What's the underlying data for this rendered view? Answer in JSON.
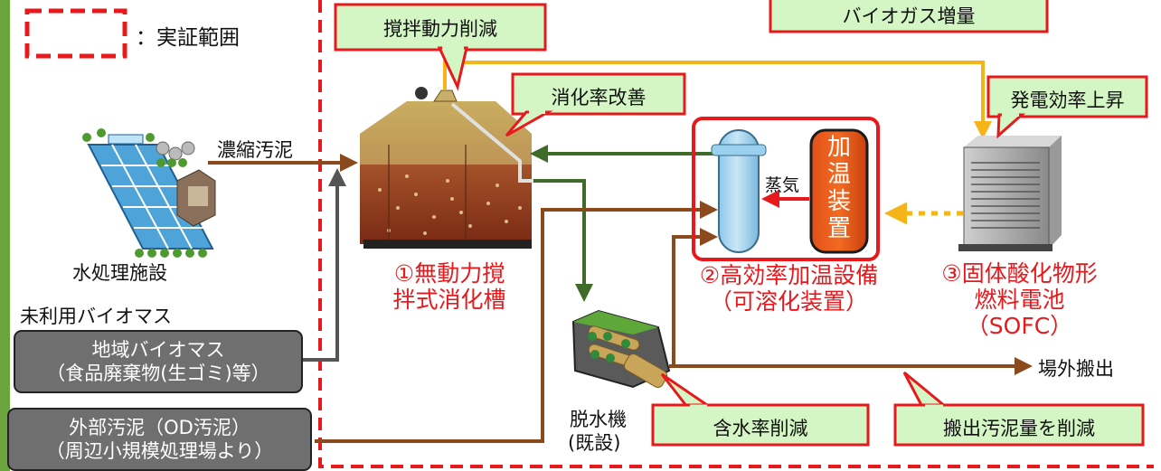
{
  "legend": {
    "label": "：実証範囲"
  },
  "callouts": {
    "stirring": "撹拌動力削減",
    "biogas": "バイオガス増量",
    "digestion": "消化率改善",
    "power": "発電効率上昇",
    "water_content": "含水率削減",
    "sludge_out": "搬出汚泥量を削減"
  },
  "labels": {
    "thickened_sludge": "濃縮汚泥",
    "water_facility": "水処理施設",
    "unused_biomass": "未利用バイオマス",
    "steam": "蒸気",
    "offsite": "場外搬出",
    "dewater_line1": "脱水機",
    "dewater_line2": "(既設)"
  },
  "components": {
    "digester": {
      "line1": "①無動力撹",
      "line2": "拌式消化槽"
    },
    "heating": {
      "line1": "②高効率加温設備",
      "line2": "（可溶化装置）"
    },
    "sofc": {
      "line1": "③固体酸化物形",
      "line2": "燃料電池",
      "line3": "（SOFC）"
    }
  },
  "heater_chars": [
    "加",
    "温",
    "装",
    "置"
  ],
  "inputs": {
    "regional": {
      "line1": "地域バイオマス",
      "line2": "（食品廃棄物(生ゴミ)等）"
    },
    "external": {
      "line1": "外部汚泥（OD汚泥）",
      "line2": "（周辺小規模処理場より）"
    }
  },
  "colors": {
    "callout_fill": "#d4f5c4",
    "callout_border": "#e8191c",
    "scope_dash": "#e8191c",
    "sludge_arrow": "#8b4a1e",
    "biogas_line": "#f5b417",
    "return_arrow": "#3e6b27",
    "steam_arrow": "#e8191c",
    "gray_box": "#6f6f6f",
    "left_frame": "#6ba33d"
  }
}
